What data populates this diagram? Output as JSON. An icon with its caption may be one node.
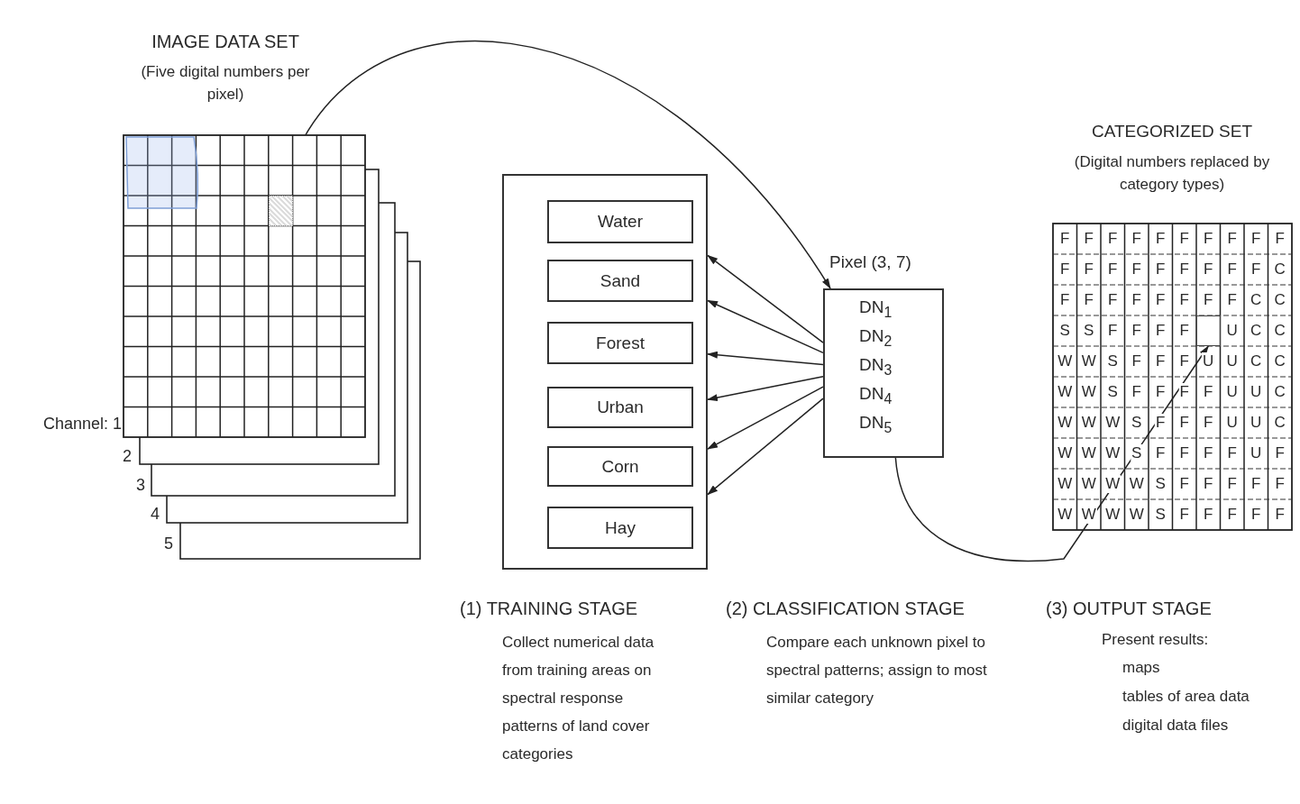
{
  "diagram": {
    "nodes": [
      {
        "text": [
          "IMAGE DATA SET",
          "(Five digital numbers per pixel)"
        ]
      },
      {
        "text": [],
        "shape": "box",
        "in": 0
      },
      {
        "text": [],
        "shape": "box",
        "beside": [
          "(1) TRAINING STAGE",
          "Collect numerical data from training areas on spectral response patterns of land cover categories"
        ]
      },
      {
        "text": [
          "Water"
        ],
        "in": 2
      },
      {
        "text": [
          "Sand"
        ],
        "in": 2
      },
      {
        "text": [
          "Forest"
        ],
        "in": 2
      },
      {
        "text": [
          "Urban"
        ],
        "in": 2
      },
      {
        "text": [
          "Corn"
        ],
        "in": 2
      },
      {
        "text": [
          "Hay"
        ],
        "in": 2
      },
      {
        "text": [
          "Pixel (3, 7)",
          "DN$_{1}$",
          "DN$_{2}$",
          "DN$_{3}$",
          "DN$_{4}$",
          "DN$_{5}$"
        ],
        "beside": [
          "(2) CLASSIFICATION STAGE",
          "Compare each unknown pixel to spectral patterns; assign to most similar category"
        ]
      },
      {
        "text": [
          "CATEGORIZED SET",
          "(Digital numbers replaced by category types)"
        ],
        "beside": [
          "(3) OUTPUT STAGE",
          "Present results:",
          "maps",
          "tables of area data",
          "digital data files"
        ]
      },
      {
        "text": [],
        "shape": "box",
        "in": 10
      }
    ],
    "edges": [
      {
        "from": 1,
        "to": 9,
        "arrow": "to"
      },
      {
        "from": 9,
        "to": 2,
        "arrow": "to"
      },
      {
        "from": 9,
        "to": 2,
        "arrow": "to"
      },
      {
        "from": 9,
        "to": 2,
        "arrow": "to"
      },
      {
        "from": 9,
        "to": 2,
        "arrow": "to"
      },
      {
        "from": 9,
        "to": 2,
        "arrow": "to"
      },
      {
        "from": 9,
        "to": 2,
        "arrow": "to"
      },
      {
        "from": 9,
        "to": 11,
        "arrow": "to"
      }
    ],
    "labels": [
      "Channel: 1",
      "2",
      "3",
      "4",
      "5",
      "F",
      "F",
      "F",
      "F",
      "F",
      "F",
      "F",
      "F",
      "F",
      "F",
      "F",
      "F",
      "F",
      "F",
      "F",
      "F",
      "F",
      "F",
      "F",
      "C",
      "F",
      "F",
      "F",
      "F",
      "F",
      "F",
      "F",
      "F",
      "C",
      "C",
      "S",
      "S",
      "F",
      "F",
      "F",
      "F",
      "U",
      "C",
      "C",
      "W",
      "W",
      "S",
      "F",
      "F",
      "F",
      "U",
      "U",
      "C",
      "C",
      "W",
      "W",
      "S",
      "F",
      "F",
      "F",
      "F",
      "U",
      "U",
      "C",
      "W",
      "W",
      "W",
      "S",
      "F",
      "F",
      "F",
      "U",
      "U",
      "C",
      "W",
      "W",
      "W",
      "S",
      "F",
      "F",
      "F",
      "F",
      "U",
      "F",
      "W",
      "W",
      "W",
      "W",
      "S",
      "F",
      "F",
      "F",
      "F",
      "F",
      "W",
      "W",
      "W",
      "W",
      "S",
      "F",
      "F",
      "F",
      "F",
      "F"
    ]
  }
}
